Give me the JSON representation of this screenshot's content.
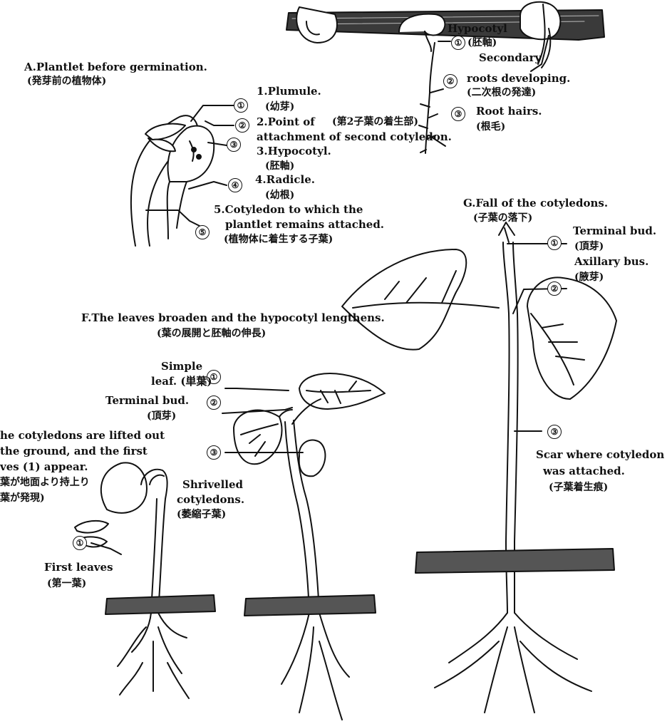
{
  "panel_a": {
    "title_en": "A.Plantlet before germination.",
    "title_ja": "(発芽前の植物体)",
    "markers": [
      "①",
      "②",
      "③",
      "④",
      "⑤"
    ],
    "labels": [
      {
        "en": "1.Plumule.",
        "ja": "(幼芽)"
      },
      {
        "en": "2.Point of",
        "ja": "(第2子葉の着生部)",
        "en2": "attachment of second cotyledon."
      },
      {
        "en": "3.Hypocotyl.",
        "ja": "(胚軸)"
      },
      {
        "en": "4.Radicle.",
        "ja": "(幼根)"
      },
      {
        "en": "5.Cotyledon to which the",
        "en2": "plantlet remains attached.",
        "ja": "(植物体に着生する子葉)"
      }
    ]
  },
  "panel_b": {
    "markers": [
      "①",
      "②",
      "③"
    ],
    "hypocotyl_en": "Hypocotyl",
    "hypocotyl_ja": "(胚軸)",
    "secondary_en1": "Secondary",
    "secondary_en2": "roots developing.",
    "secondary_ja": "(二次根の発達)",
    "roothairs_en": "Root hairs.",
    "roothairs_ja": "(根毛)"
  },
  "panel_e": {
    "caption_1": "he cotyledons are lifted out",
    "caption_2": "the ground, and the first",
    "caption_3": "ves (1) appear.",
    "caption_ja1": "葉が地面より持上り",
    "caption_ja2": "葉が発現)",
    "marker": "①",
    "first_leaves_en": "First leaves",
    "first_leaves_ja": "(第一葉)"
  },
  "panel_f": {
    "title_en": "F.The leaves broaden and the hypocotyl lengthens.",
    "title_ja": "(葉の展開と胚軸の伸長)",
    "markers": [
      "①",
      "②",
      "③"
    ],
    "simple_1": "Simple",
    "simple_2": "leaf. (単葉)",
    "terminal_en": "Terminal bud.",
    "terminal_ja": "(頂芽)",
    "shrivelled_1": "Shrivelled",
    "shrivelled_2": "cotyledons.",
    "shrivelled_ja": "(萎縮子葉)"
  },
  "panel_g": {
    "title_en": "G.Fall of the cotyledons.",
    "title_ja": "(子葉の落下)",
    "markers": [
      "①",
      "②",
      "③"
    ],
    "terminal_en": "Terminal bud.",
    "terminal_ja": "(頂芽)",
    "axillary_en": "Axillary bus.",
    "axillary_ja": "(腋芽)",
    "scar_1": "Scar where cotyledon",
    "scar_2": "was attached.",
    "scar_ja": "(子葉着生痕)"
  }
}
